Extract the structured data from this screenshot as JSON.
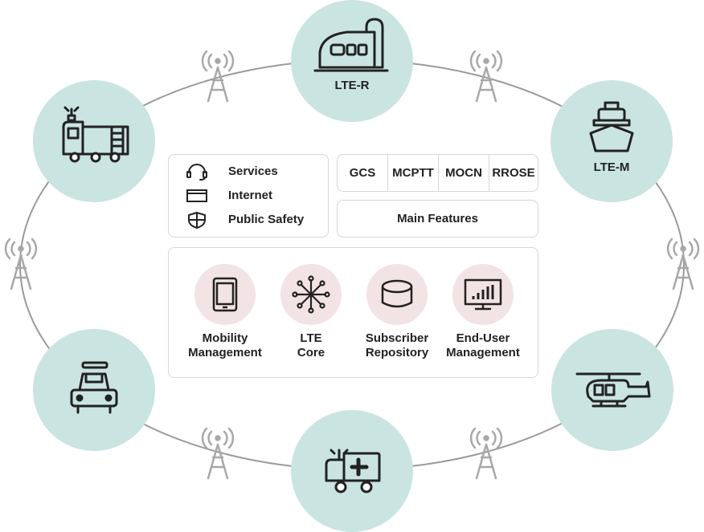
{
  "nodes": {
    "train": {
      "label": "LTE-R",
      "icon": "train-icon"
    },
    "ship": {
      "label": "LTE-M",
      "icon": "ship-icon"
    },
    "fire_truck": {
      "icon": "fire-truck-icon"
    },
    "police_car": {
      "icon": "police-car-icon"
    },
    "ambulance": {
      "icon": "ambulance-icon"
    },
    "helicopter": {
      "icon": "helicopter-icon"
    }
  },
  "services": {
    "items": [
      {
        "label": "Services",
        "icon": "headset-icon"
      },
      {
        "label": "Internet",
        "icon": "browser-window-icon"
      },
      {
        "label": "Public Safety",
        "icon": "shield-icon"
      }
    ]
  },
  "features": {
    "items": [
      "GCS",
      "MCPTT",
      "MOCN",
      "RROSE"
    ],
    "title": "Main Features"
  },
  "core": {
    "items": [
      {
        "line1": "Mobility",
        "line2": "Management",
        "icon": "tablet-icon"
      },
      {
        "line1": "LTE",
        "line2": "Core",
        "icon": "network-hub-icon"
      },
      {
        "line1": "Subscriber",
        "line2": "Repository",
        "icon": "database-icon"
      },
      {
        "line1": "End-User",
        "line2": "Management",
        "icon": "monitor-chart-icon"
      }
    ]
  },
  "colors": {
    "node_fill": "#c9e4e1",
    "core_circle_fill": "#f2e3e4",
    "ring_stroke": "#9a9a9a",
    "tower_stroke": "#a8a8a8",
    "icon_stroke": "#222222"
  }
}
